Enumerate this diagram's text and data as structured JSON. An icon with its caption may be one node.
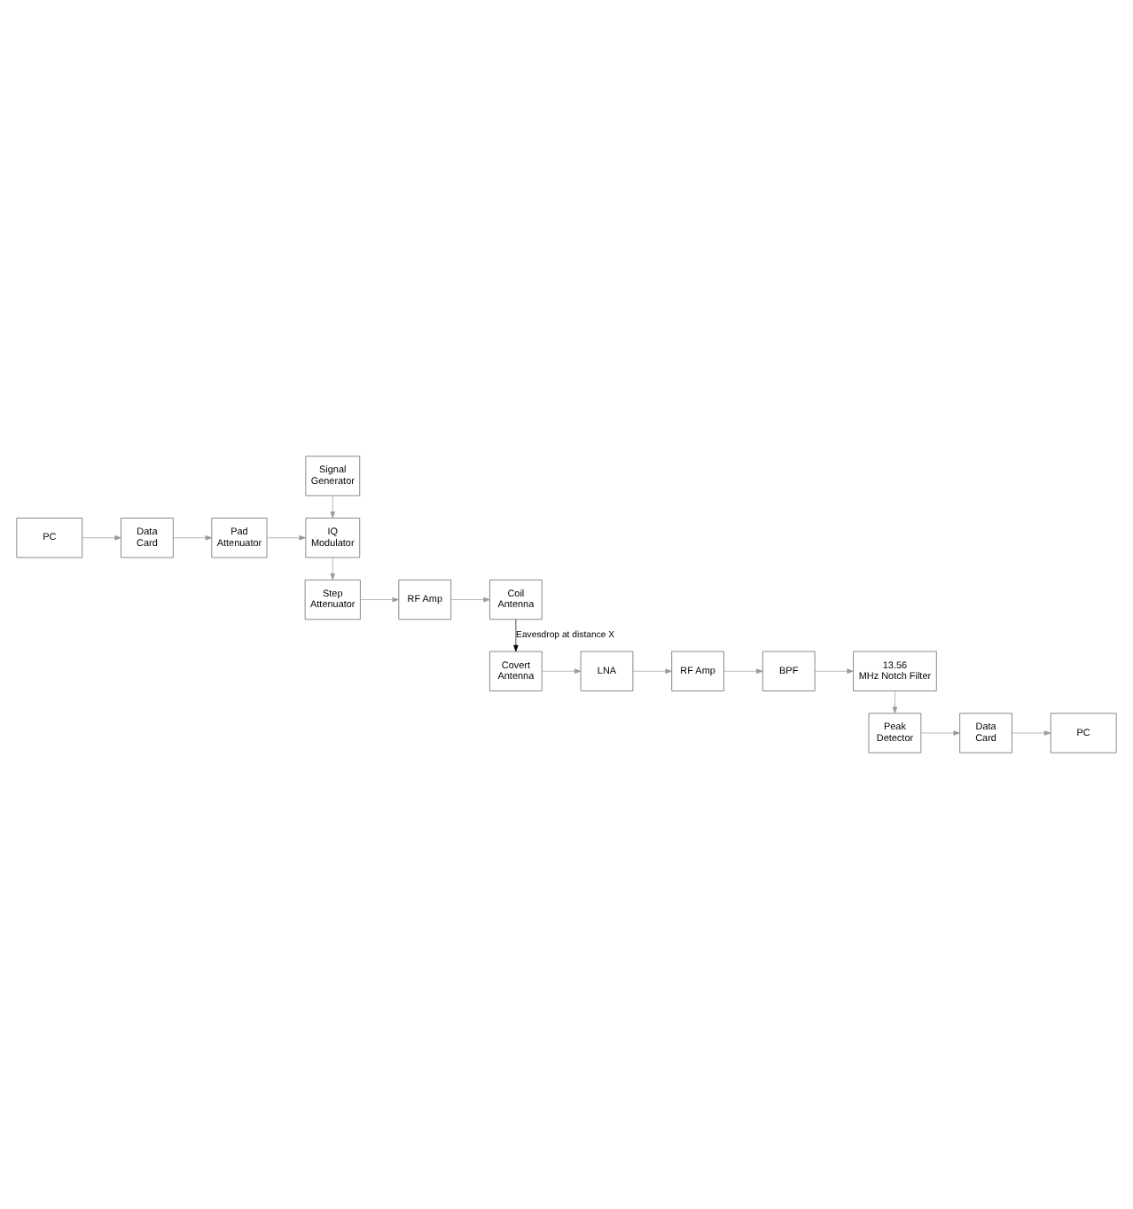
{
  "diagram": {
    "nodes": [
      {
        "text": [
          "Signal Generator"
        ]
      },
      {
        "text": [
          "PC"
        ]
      },
      {
        "text": [
          "Data Card"
        ]
      },
      {
        "text": [
          "Pad Attenuator"
        ]
      },
      {
        "text": [
          "IQ Modulator"
        ]
      },
      {
        "text": [
          "Coil Antenna"
        ]
      },
      {
        "text": [
          "RF Amp"
        ]
      },
      {
        "text": [
          "Step Attenuator"
        ]
      },
      {
        "text": [
          "Covert Antenna"
        ]
      },
      {
        "text": [
          "LNA"
        ]
      },
      {
        "text": [
          "RF Amp"
        ]
      },
      {
        "text": [
          "BPF"
        ]
      },
      {
        "text": [
          "13.56 MHz Notch Filter"
        ]
      },
      {
        "text": [
          "PC"
        ]
      },
      {
        "text": [
          "Data Card"
        ]
      },
      {
        "text": [
          "Peak Detector"
        ]
      }
    ],
    "edges": [
      {
        "from": 0,
        "to": 4,
        "arrow": "to"
      },
      {
        "from": 1,
        "to": 2,
        "arrow": "to"
      },
      {
        "from": 2,
        "to": 3,
        "arrow": "to"
      },
      {
        "from": 3,
        "to": 4,
        "arrow": "to"
      },
      {
        "from": 4,
        "to": 7,
        "arrow": "to"
      },
      {
        "from": 7,
        "to": 6,
        "arrow": "to"
      },
      {
        "from": 6,
        "to": 5,
        "arrow": "to"
      },
      {
        "from": 5,
        "to": 8,
        "arrow": "to",
        "label": "Eavesdrop at distance X",
        "color": "#000000"
      },
      {
        "from": 8,
        "to": 9,
        "arrow": "to"
      },
      {
        "from": 9,
        "to": 10,
        "arrow": "to"
      },
      {
        "from": 10,
        "to": 11,
        "arrow": "to"
      },
      {
        "from": 11,
        "to": 12,
        "arrow": "to"
      },
      {
        "from": 12,
        "to": 15,
        "arrow": "to"
      },
      {
        "from": 15,
        "to": 14,
        "arrow": "to"
      },
      {
        "from": 14,
        "to": 13,
        "arrow": "to"
      }
    ]
  }
}
